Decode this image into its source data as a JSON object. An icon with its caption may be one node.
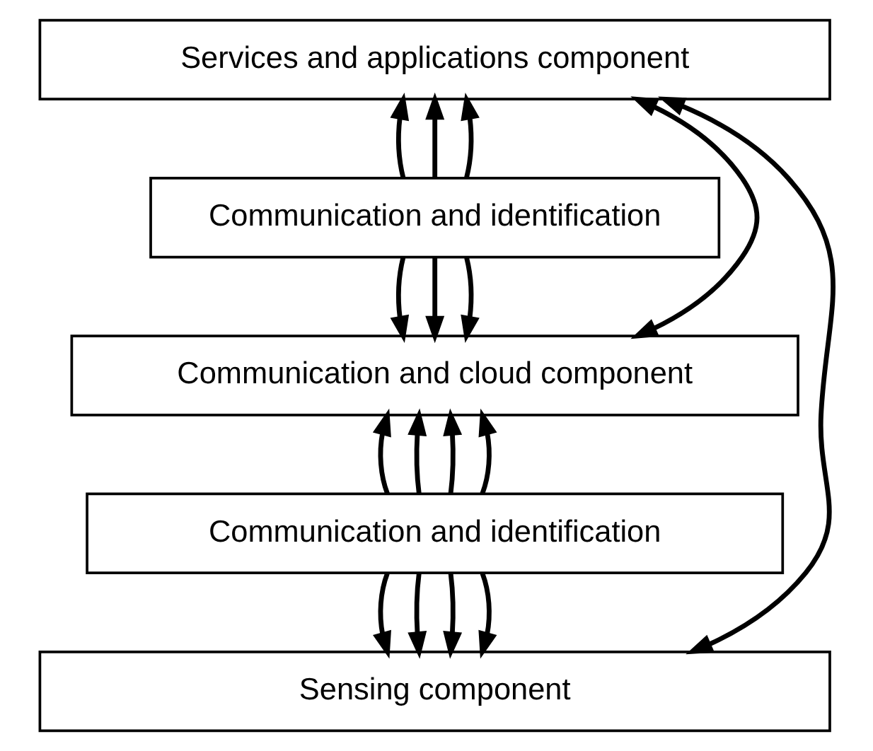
{
  "diagram": {
    "nodes": [
      {
        "text": [
          "Services and applications component"
        ]
      },
      {
        "text": [
          "Communication and identification"
        ]
      },
      {
        "text": [
          "Communication and cloud component"
        ]
      },
      {
        "text": [
          "Communication and identification"
        ]
      },
      {
        "text": [
          "Sensing component"
        ]
      }
    ],
    "edges": [
      {
        "from": 0,
        "to": 4,
        "arrow": "both"
      },
      {
        "from": 0,
        "to": 2,
        "arrow": "both"
      },
      {
        "from": 1,
        "to": 0,
        "arrow": "to"
      },
      {
        "from": 1,
        "to": 0,
        "arrow": "to"
      },
      {
        "from": 1,
        "to": 0,
        "arrow": "to"
      },
      {
        "from": 1,
        "to": 2,
        "arrow": "to"
      },
      {
        "from": 1,
        "to": 2,
        "arrow": "to"
      },
      {
        "from": 1,
        "to": 2,
        "arrow": "to"
      },
      {
        "from": 3,
        "to": 2,
        "arrow": "to"
      },
      {
        "from": 3,
        "to": 2,
        "arrow": "to"
      },
      {
        "from": 3,
        "to": 2,
        "arrow": "to"
      },
      {
        "from": 3,
        "to": 2,
        "arrow": "to"
      },
      {
        "from": 3,
        "to": 4,
        "arrow": "to"
      },
      {
        "from": 3,
        "to": 4,
        "arrow": "to"
      },
      {
        "from": 3,
        "to": 4,
        "arrow": "to"
      },
      {
        "from": 3,
        "to": 4,
        "arrow": "to"
      }
    ]
  }
}
